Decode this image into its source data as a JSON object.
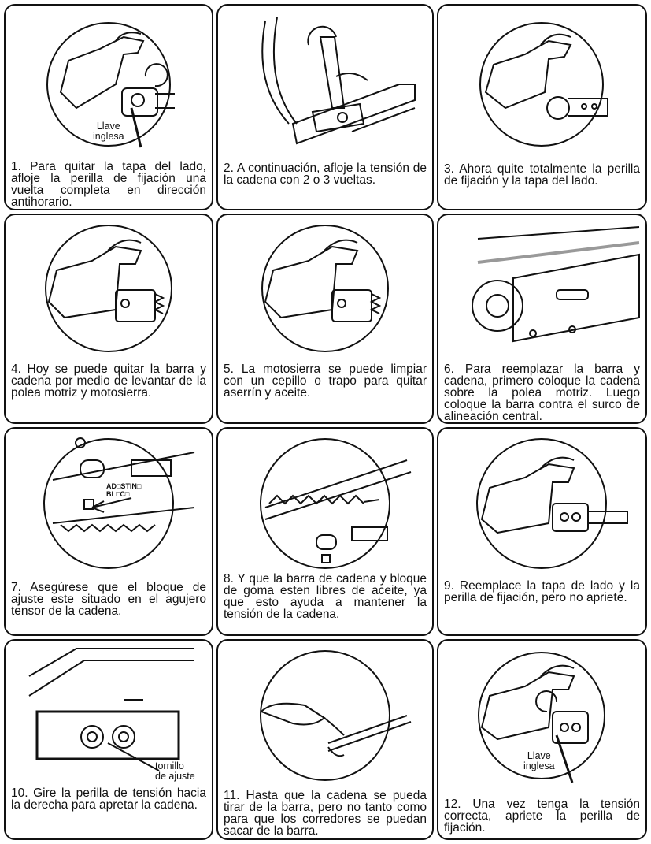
{
  "steps": [
    {
      "caption": "1. Para quitar la tapa del lado, afloje la perilla de fijación una vuelta completa en dirección antihorario.",
      "label": "Llave inglesa",
      "label_lines": [
        "Llave",
        "inglesa"
      ]
    },
    {
      "caption": "2. A continuación, afloje la tensión de la cadena con 2 o 3 vueltas."
    },
    {
      "caption": "3. Ahora quite totalmente la perilla de fijación y la tapa del lado."
    },
    {
      "caption": "4. Hoy se puede quitar la barra y cadena por medio de levantar de la polea motriz y motosierra."
    },
    {
      "caption": "5. La motosierra se puede limpiar con un cepillo o trapo para quitar aserrín y aceite."
    },
    {
      "caption": "6. Para reemplazar la barra y cadena, primero coloque la cadena sobre la polea motriz. Luego coloque la barra contra el surco de alineación central."
    },
    {
      "caption": "7. Asegúrese que el bloque de ajuste este situado en el agujero tensor de la cadena.",
      "stamp_lines": [
        "AD□STIN□",
        "BL□C□"
      ]
    },
    {
      "caption": "8. Y que la barra de cadena y bloque de goma esten libres de aceite, ya que esto ayuda a mantener la tensión de la cadena."
    },
    {
      "caption": "9. Reemplace la tapa de lado y la perilla de fijación, pero no apriete."
    },
    {
      "caption": "10. Gire la perilla de tensión hacia la derecha para apretar la cadena.",
      "label_lines": [
        "tornillo",
        "de ajuste"
      ]
    },
    {
      "caption": "11. Hasta que la cadena se pueda tirar de la barra, pero no tanto como para que los corredores se puedan sacar de la barra."
    },
    {
      "caption": "12. Una vez tenga la tensión correcta, apriete la perilla de fijación.",
      "label_lines": [
        "Llave",
        "inglesa"
      ]
    }
  ]
}
